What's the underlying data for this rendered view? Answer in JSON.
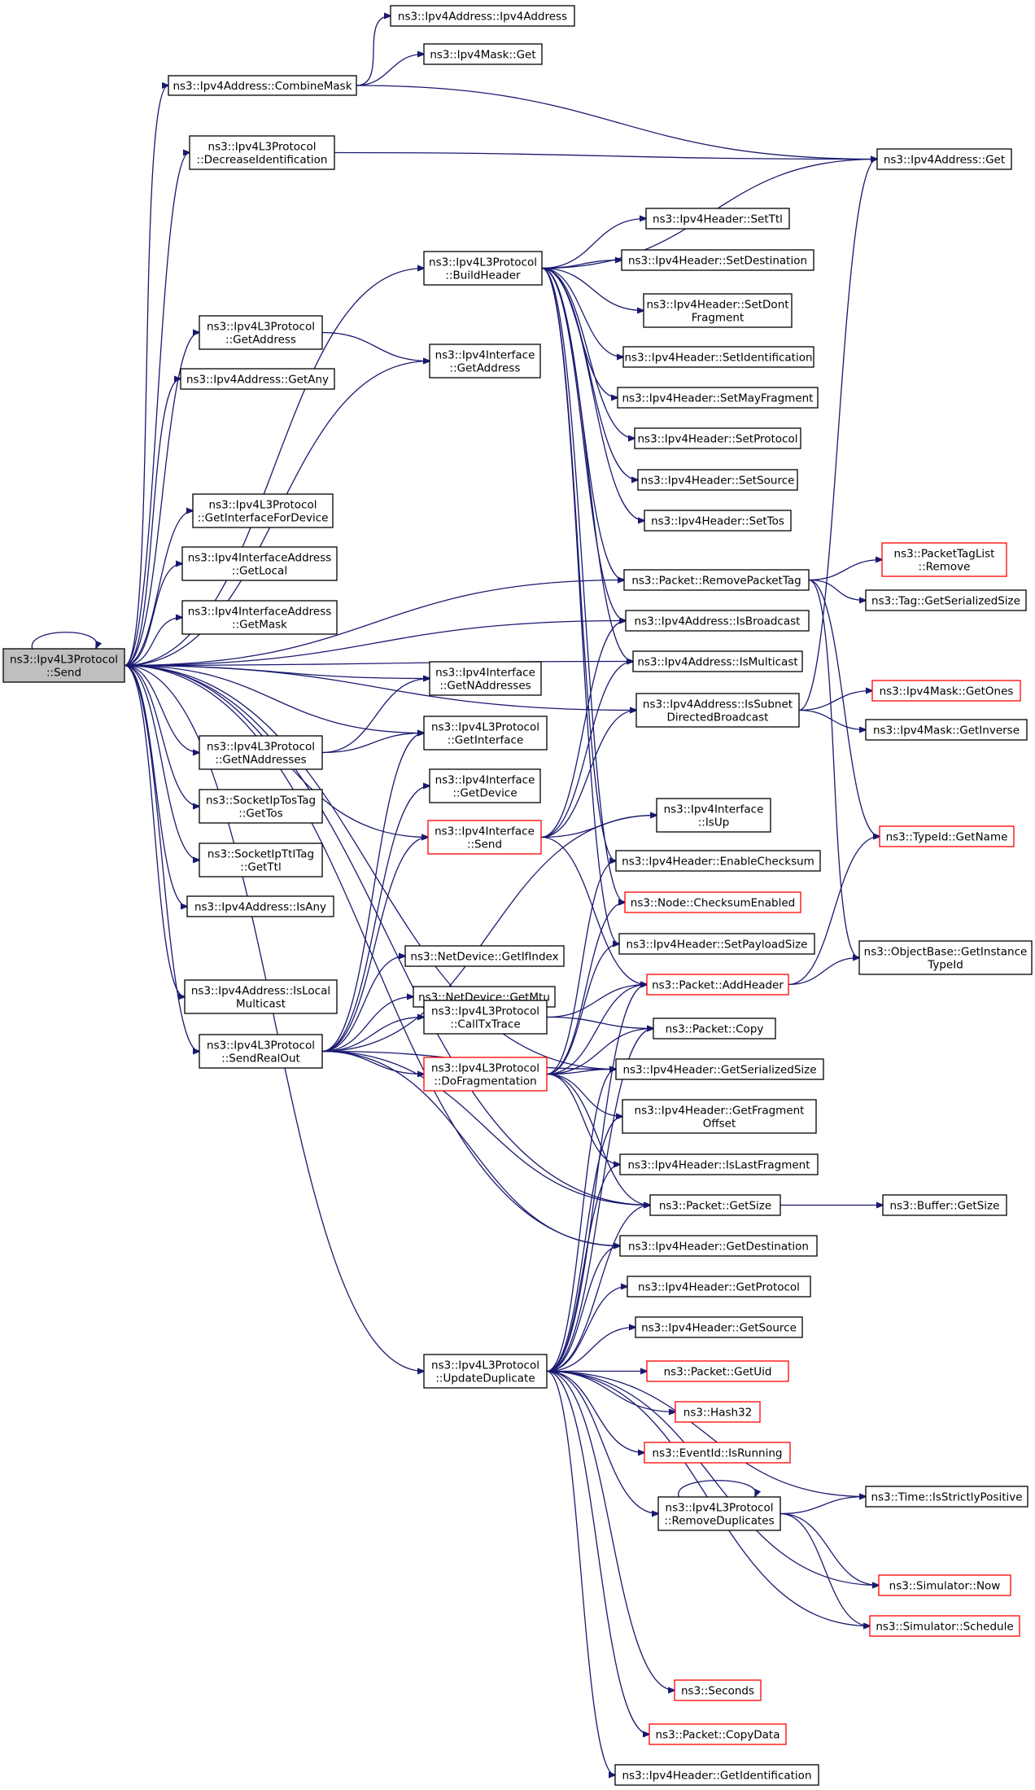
{
  "colors": {
    "edge": "#191970",
    "box_border": "#000000",
    "box_border_missing": "#ff0000",
    "root_fill": "#bfbfbf",
    "box_fill": "#ffffff"
  },
  "root": "send",
  "nodes": [
    {
      "id": "send",
      "lines": [
        "ns3::Ipv4L3Protocol",
        "::Send"
      ],
      "style": "root"
    },
    {
      "id": "combineMask",
      "lines": [
        "ns3::Ipv4Address::CombineMask"
      ],
      "style": "normal"
    },
    {
      "id": "ipv4AddrCtor",
      "lines": [
        "ns3::Ipv4Address::Ipv4Address"
      ],
      "style": "normal"
    },
    {
      "id": "maskGet",
      "lines": [
        "ns3::Ipv4Mask::Get"
      ],
      "style": "normal"
    },
    {
      "id": "addrGet",
      "lines": [
        "ns3::Ipv4Address::Get"
      ],
      "style": "normal"
    },
    {
      "id": "decId",
      "lines": [
        "ns3::Ipv4L3Protocol",
        "::DecreaseIdentification"
      ],
      "style": "normal"
    },
    {
      "id": "buildHeader",
      "lines": [
        "ns3::Ipv4L3Protocol",
        "::BuildHeader"
      ],
      "style": "normal"
    },
    {
      "id": "setTtl",
      "lines": [
        "ns3::Ipv4Header::SetTtl"
      ],
      "style": "normal"
    },
    {
      "id": "setDest",
      "lines": [
        "ns3::Ipv4Header::SetDestination"
      ],
      "style": "normal"
    },
    {
      "id": "setDontFrag",
      "lines": [
        "ns3::Ipv4Header::SetDont",
        "Fragment"
      ],
      "style": "normal"
    },
    {
      "id": "getAddress",
      "lines": [
        "ns3::Ipv4L3Protocol",
        "::GetAddress"
      ],
      "style": "normal"
    },
    {
      "id": "ifGetAddress",
      "lines": [
        "ns3::Ipv4Interface",
        "::GetAddress"
      ],
      "style": "normal"
    },
    {
      "id": "setIdent",
      "lines": [
        "ns3::Ipv4Header::SetIdentification"
      ],
      "style": "normal"
    },
    {
      "id": "getAny",
      "lines": [
        "ns3::Ipv4Address::GetAny"
      ],
      "style": "normal"
    },
    {
      "id": "setMayFrag",
      "lines": [
        "ns3::Ipv4Header::SetMayFragment"
      ],
      "style": "normal"
    },
    {
      "id": "setProto",
      "lines": [
        "ns3::Ipv4Header::SetProtocol"
      ],
      "style": "normal"
    },
    {
      "id": "setSource",
      "lines": [
        "ns3::Ipv4Header::SetSource"
      ],
      "style": "normal"
    },
    {
      "id": "getIfForDev",
      "lines": [
        "ns3::Ipv4L3Protocol",
        "::GetInterfaceForDevice"
      ],
      "style": "normal"
    },
    {
      "id": "setTos",
      "lines": [
        "ns3::Ipv4Header::SetTos"
      ],
      "style": "normal"
    },
    {
      "id": "getLocal",
      "lines": [
        "ns3::Ipv4InterfaceAddress",
        "::GetLocal"
      ],
      "style": "normal"
    },
    {
      "id": "removePktTag",
      "lines": [
        "ns3::Packet::RemovePacketTag"
      ],
      "style": "normal"
    },
    {
      "id": "pktTagRemove",
      "lines": [
        "ns3::PacketTagList",
        "::Remove"
      ],
      "style": "missing"
    },
    {
      "id": "tagSerSize",
      "lines": [
        "ns3::Tag::GetSerializedSize"
      ],
      "style": "normal"
    },
    {
      "id": "getMask",
      "lines": [
        "ns3::Ipv4InterfaceAddress",
        "::GetMask"
      ],
      "style": "normal"
    },
    {
      "id": "isBroadcast",
      "lines": [
        "ns3::Ipv4Address::IsBroadcast"
      ],
      "style": "normal"
    },
    {
      "id": "isMulticast",
      "lines": [
        "ns3::Ipv4Address::IsMulticast"
      ],
      "style": "normal"
    },
    {
      "id": "ifGetNAddr",
      "lines": [
        "ns3::Ipv4Interface",
        "::GetNAddresses"
      ],
      "style": "normal"
    },
    {
      "id": "isSubnetDB",
      "lines": [
        "ns3::Ipv4Address::IsSubnet",
        "DirectedBroadcast"
      ],
      "style": "normal"
    },
    {
      "id": "getOnes",
      "lines": [
        "ns3::Ipv4Mask::GetOnes"
      ],
      "style": "missing"
    },
    {
      "id": "getNAddr",
      "lines": [
        "ns3::Ipv4L3Protocol",
        "::GetNAddresses"
      ],
      "style": "normal"
    },
    {
      "id": "getInterface",
      "lines": [
        "ns3::Ipv4L3Protocol",
        "::GetInterface"
      ],
      "style": "normal"
    },
    {
      "id": "getInverse",
      "lines": [
        "ns3::Ipv4Mask::GetInverse"
      ],
      "style": "normal"
    },
    {
      "id": "ifGetDevice",
      "lines": [
        "ns3::Ipv4Interface",
        "::GetDevice"
      ],
      "style": "normal"
    },
    {
      "id": "getTos",
      "lines": [
        "ns3::SocketIpTosTag",
        "::GetTos"
      ],
      "style": "normal"
    },
    {
      "id": "ifSend",
      "lines": [
        "ns3::Ipv4Interface",
        "::Send"
      ],
      "style": "missing"
    },
    {
      "id": "ifIsUp",
      "lines": [
        "ns3::Ipv4Interface",
        "::IsUp"
      ],
      "style": "normal"
    },
    {
      "id": "typeIdName",
      "lines": [
        "ns3::TypeId::GetName"
      ],
      "style": "missing"
    },
    {
      "id": "getTtl",
      "lines": [
        "ns3::SocketIpTtlTag",
        "::GetTtl"
      ],
      "style": "normal"
    },
    {
      "id": "enableChecksum",
      "lines": [
        "ns3::Ipv4Header::EnableChecksum"
      ],
      "style": "normal"
    },
    {
      "id": "isAny",
      "lines": [
        "ns3::Ipv4Address::IsAny"
      ],
      "style": "normal"
    },
    {
      "id": "checksumEnabled",
      "lines": [
        "ns3::Node::ChecksumEnabled"
      ],
      "style": "missing"
    },
    {
      "id": "getIfIndex",
      "lines": [
        "ns3::NetDevice::GetIfIndex"
      ],
      "style": "normal"
    },
    {
      "id": "setPayloadSize",
      "lines": [
        "ns3::Ipv4Header::SetPayloadSize"
      ],
      "style": "normal"
    },
    {
      "id": "getInstTypeId",
      "lines": [
        "ns3::ObjectBase::GetInstance",
        "TypeId"
      ],
      "style": "normal"
    },
    {
      "id": "getMtu",
      "lines": [
        "ns3::NetDevice::GetMtu"
      ],
      "style": "normal"
    },
    {
      "id": "addHeader",
      "lines": [
        "ns3::Packet::AddHeader"
      ],
      "style": "missing"
    },
    {
      "id": "isLocalMc",
      "lines": [
        "ns3::Ipv4Address::IsLocal",
        "Multicast"
      ],
      "style": "normal"
    },
    {
      "id": "callTxTrace",
      "lines": [
        "ns3::Ipv4L3Protocol",
        "::CallTxTrace"
      ],
      "style": "normal"
    },
    {
      "id": "pktCopy",
      "lines": [
        "ns3::Packet::Copy"
      ],
      "style": "normal"
    },
    {
      "id": "sendRealOut",
      "lines": [
        "ns3::Ipv4L3Protocol",
        "::SendRealOut"
      ],
      "style": "normal"
    },
    {
      "id": "doFrag",
      "lines": [
        "ns3::Ipv4L3Protocol",
        "::DoFragmentation"
      ],
      "style": "missing"
    },
    {
      "id": "getSerSize",
      "lines": [
        "ns3::Ipv4Header::GetSerializedSize"
      ],
      "style": "normal"
    },
    {
      "id": "getFragOff",
      "lines": [
        "ns3::Ipv4Header::GetFragment",
        "Offset"
      ],
      "style": "normal"
    },
    {
      "id": "isLastFrag",
      "lines": [
        "ns3::Ipv4Header::IsLastFragment"
      ],
      "style": "normal"
    },
    {
      "id": "pktGetSize",
      "lines": [
        "ns3::Packet::GetSize"
      ],
      "style": "normal"
    },
    {
      "id": "bufGetSize",
      "lines": [
        "ns3::Buffer::GetSize"
      ],
      "style": "normal"
    },
    {
      "id": "getDest",
      "lines": [
        "ns3::Ipv4Header::GetDestination"
      ],
      "style": "normal"
    },
    {
      "id": "getProto",
      "lines": [
        "ns3::Ipv4Header::GetProtocol"
      ],
      "style": "normal"
    },
    {
      "id": "getSource",
      "lines": [
        "ns3::Ipv4Header::GetSource"
      ],
      "style": "normal"
    },
    {
      "id": "updateDup",
      "lines": [
        "ns3::Ipv4L3Protocol",
        "::UpdateDuplicate"
      ],
      "style": "normal"
    },
    {
      "id": "getUid",
      "lines": [
        "ns3::Packet::GetUid"
      ],
      "style": "missing"
    },
    {
      "id": "hash32",
      "lines": [
        "ns3::Hash32"
      ],
      "style": "missing"
    },
    {
      "id": "isRunning",
      "lines": [
        "ns3::EventId::IsRunning"
      ],
      "style": "missing"
    },
    {
      "id": "isStrictlyPos",
      "lines": [
        "ns3::Time::IsStrictlyPositive"
      ],
      "style": "normal"
    },
    {
      "id": "removeDups",
      "lines": [
        "ns3::Ipv4L3Protocol",
        "::RemoveDuplicates"
      ],
      "style": "normal"
    },
    {
      "id": "simNow",
      "lines": [
        "ns3::Simulator::Now"
      ],
      "style": "missing"
    },
    {
      "id": "simSchedule",
      "lines": [
        "ns3::Simulator::Schedule"
      ],
      "style": "missing"
    },
    {
      "id": "seconds",
      "lines": [
        "ns3::Seconds"
      ],
      "style": "missing"
    },
    {
      "id": "copyData",
      "lines": [
        "ns3::Packet::CopyData"
      ],
      "style": "missing"
    },
    {
      "id": "getIdent",
      "lines": [
        "ns3::Ipv4Header::GetIdentification"
      ],
      "style": "normal"
    }
  ],
  "edges": [
    [
      "send",
      "send"
    ],
    [
      "send",
      "combineMask"
    ],
    [
      "send",
      "decId"
    ],
    [
      "send",
      "buildHeader"
    ],
    [
      "send",
      "getAddress"
    ],
    [
      "send",
      "ifGetAddress"
    ],
    [
      "send",
      "getAny"
    ],
    [
      "send",
      "getIfForDev"
    ],
    [
      "send",
      "getLocal"
    ],
    [
      "send",
      "getMask"
    ],
    [
      "send",
      "isBroadcast"
    ],
    [
      "send",
      "isMulticast"
    ],
    [
      "send",
      "ifGetNAddr"
    ],
    [
      "send",
      "isSubnetDB"
    ],
    [
      "send",
      "getNAddr"
    ],
    [
      "send",
      "getInterface"
    ],
    [
      "send",
      "getTos"
    ],
    [
      "send",
      "ifSend"
    ],
    [
      "send",
      "getTtl"
    ],
    [
      "send",
      "isAny"
    ],
    [
      "send",
      "isLocalMc"
    ],
    [
      "send",
      "sendRealOut"
    ],
    [
      "send",
      "getSerSize"
    ],
    [
      "send",
      "pktGetSize"
    ],
    [
      "send",
      "getDest"
    ],
    [
      "send",
      "updateDup"
    ],
    [
      "send",
      "removePktTag"
    ],
    [
      "combineMask",
      "ipv4AddrCtor"
    ],
    [
      "combineMask",
      "maskGet"
    ],
    [
      "combineMask",
      "addrGet"
    ],
    [
      "decId",
      "addrGet"
    ],
    [
      "buildHeader",
      "addrGet"
    ],
    [
      "buildHeader",
      "setTtl"
    ],
    [
      "buildHeader",
      "setDest"
    ],
    [
      "buildHeader",
      "setDontFrag"
    ],
    [
      "buildHeader",
      "setIdent"
    ],
    [
      "buildHeader",
      "setMayFrag"
    ],
    [
      "buildHeader",
      "setProto"
    ],
    [
      "buildHeader",
      "setSource"
    ],
    [
      "buildHeader",
      "setTos"
    ],
    [
      "buildHeader",
      "removePktTag"
    ],
    [
      "buildHeader",
      "isBroadcast"
    ],
    [
      "buildHeader",
      "isMulticast"
    ],
    [
      "buildHeader",
      "enableChecksum"
    ],
    [
      "buildHeader",
      "checksumEnabled"
    ],
    [
      "buildHeader",
      "setPayloadSize"
    ],
    [
      "getAddress",
      "ifGetAddress"
    ],
    [
      "removePktTag",
      "pktTagRemove"
    ],
    [
      "removePktTag",
      "tagSerSize"
    ],
    [
      "removePktTag",
      "typeIdName"
    ],
    [
      "removePktTag",
      "getInstTypeId"
    ],
    [
      "isSubnetDB",
      "addrGet"
    ],
    [
      "isSubnetDB",
      "getOnes"
    ],
    [
      "isSubnetDB",
      "getInverse"
    ],
    [
      "getNAddr",
      "ifGetNAddr"
    ],
    [
      "getNAddr",
      "getInterface"
    ],
    [
      "ifSend",
      "ifIsUp"
    ],
    [
      "ifSend",
      "isBroadcast"
    ],
    [
      "ifSend",
      "isMulticast"
    ],
    [
      "ifSend",
      "isSubnetDB"
    ],
    [
      "ifSend",
      "addHeader"
    ],
    [
      "addHeader",
      "typeIdName"
    ],
    [
      "addHeader",
      "getInstTypeId"
    ],
    [
      "sendRealOut",
      "getInterface"
    ],
    [
      "sendRealOut",
      "ifGetDevice"
    ],
    [
      "sendRealOut",
      "ifSend"
    ],
    [
      "sendRealOut",
      "getIfIndex"
    ],
    [
      "sendRealOut",
      "getMtu"
    ],
    [
      "sendRealOut",
      "callTxTrace"
    ],
    [
      "sendRealOut",
      "doFrag"
    ],
    [
      "sendRealOut",
      "getSerSize"
    ],
    [
      "sendRealOut",
      "pktGetSize"
    ],
    [
      "sendRealOut",
      "getDest"
    ],
    [
      "sendRealOut",
      "ifIsUp"
    ],
    [
      "callTxTrace",
      "addHeader"
    ],
    [
      "callTxTrace",
      "pktCopy"
    ],
    [
      "doFrag",
      "pktCopy"
    ],
    [
      "doFrag",
      "getSerSize"
    ],
    [
      "doFrag",
      "getFragOff"
    ],
    [
      "doFrag",
      "isLastFrag"
    ],
    [
      "doFrag",
      "pktGetSize"
    ],
    [
      "doFrag",
      "addHeader"
    ],
    [
      "doFrag",
      "setPayloadSize"
    ],
    [
      "doFrag",
      "enableChecksum"
    ],
    [
      "doFrag",
      "checksumEnabled"
    ],
    [
      "pktGetSize",
      "bufGetSize"
    ],
    [
      "updateDup",
      "getProto"
    ],
    [
      "updateDup",
      "getSource"
    ],
    [
      "updateDup",
      "getDest"
    ],
    [
      "updateDup",
      "getUid"
    ],
    [
      "updateDup",
      "hash32"
    ],
    [
      "updateDup",
      "isRunning"
    ],
    [
      "updateDup",
      "isStrictlyPos"
    ],
    [
      "updateDup",
      "removeDups"
    ],
    [
      "updateDup",
      "simNow"
    ],
    [
      "updateDup",
      "simSchedule"
    ],
    [
      "updateDup",
      "seconds"
    ],
    [
      "updateDup",
      "copyData"
    ],
    [
      "updateDup",
      "getIdent"
    ],
    [
      "updateDup",
      "pktCopy"
    ],
    [
      "updateDup",
      "getSerSize"
    ],
    [
      "updateDup",
      "getFragOff"
    ],
    [
      "updateDup",
      "isLastFrag"
    ],
    [
      "updateDup",
      "pktGetSize"
    ],
    [
      "updateDup",
      "addHeader"
    ],
    [
      "removeDups",
      "removeDups"
    ],
    [
      "removeDups",
      "isStrictlyPos"
    ],
    [
      "removeDups",
      "simNow"
    ],
    [
      "removeDups",
      "simSchedule"
    ]
  ]
}
